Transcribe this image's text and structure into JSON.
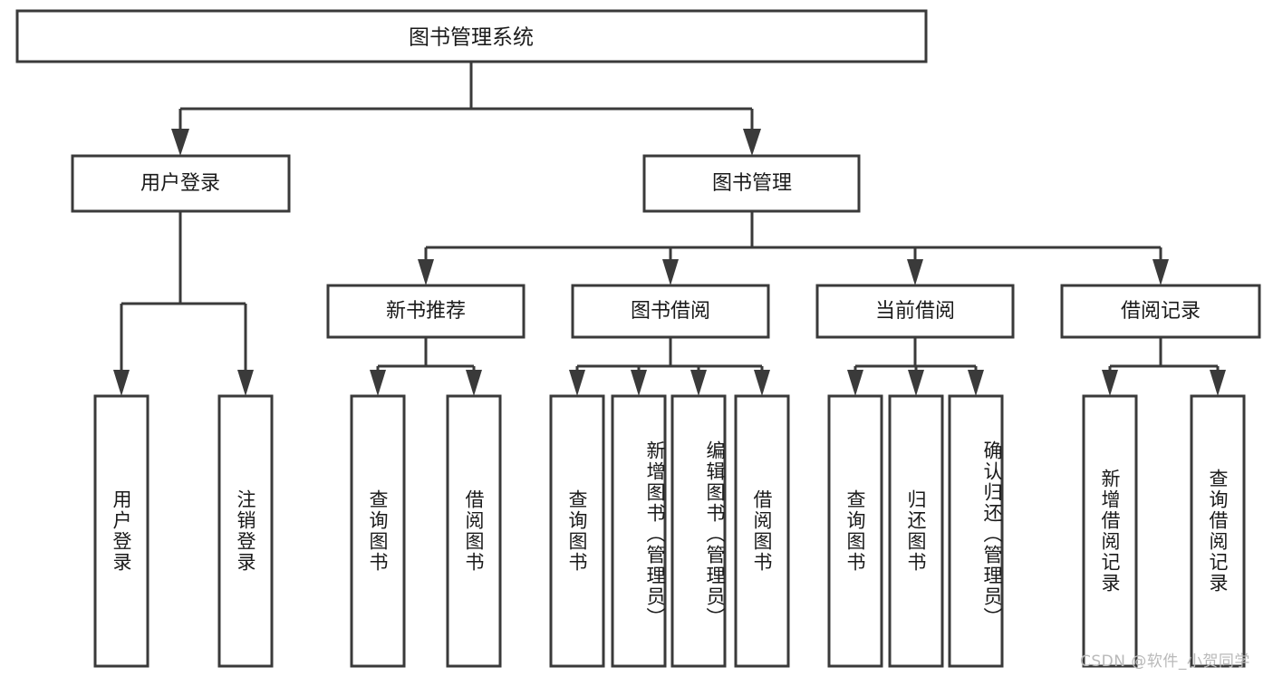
{
  "diagram": {
    "title_node": {
      "label": "图书管理系统"
    },
    "level2": [
      {
        "label": "用户登录"
      },
      {
        "label": "图书管理"
      }
    ],
    "level3": [
      {
        "label": "新书推荐"
      },
      {
        "label": "图书借阅"
      },
      {
        "label": "当前借阅"
      },
      {
        "label": "借阅记录"
      }
    ],
    "leaves": {
      "user_login": [
        {
          "label": "用户登录"
        },
        {
          "label": "注销登录"
        }
      ],
      "new_book": [
        {
          "label": "查询图书"
        },
        {
          "label": "借阅图书"
        }
      ],
      "book_borrow": [
        {
          "label": "查询图书"
        },
        {
          "label": "新增图书（管理员）"
        },
        {
          "label": "编辑图书（管理员）"
        },
        {
          "label": "借阅图书"
        }
      ],
      "current_borrow": [
        {
          "label": "查询图书"
        },
        {
          "label": "归还图书"
        },
        {
          "label": "确认归还（管理员）"
        }
      ],
      "borrow_record": [
        {
          "label": "新增借阅记录"
        },
        {
          "label": "查询借阅记录"
        }
      ]
    }
  },
  "watermark": {
    "text": "CSDN @软件_小贺同学"
  },
  "colors": {
    "stroke": "#3a3a3a",
    "fill": "#ffffff",
    "text": "#1a1a1a",
    "watermark": "#b9b9b9"
  }
}
